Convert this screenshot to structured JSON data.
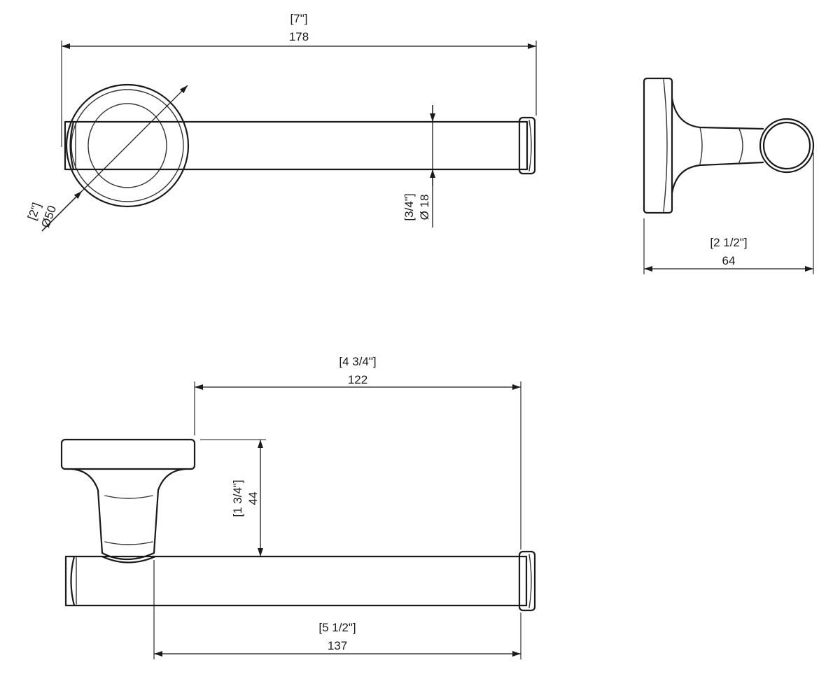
{
  "dimensions": {
    "overall_length": {
      "imperial": "[7\"]",
      "metric": "178"
    },
    "base_diameter": {
      "imperial": "[2\"]",
      "metric": "Ø50"
    },
    "rod_diameter": {
      "imperial": "[3/4\"]",
      "metric": "Ø 18"
    },
    "projection": {
      "imperial": "[2 1/2\"]",
      "metric": "64"
    },
    "rod_span": {
      "imperial": "[4 3/4\"]",
      "metric": "122"
    },
    "post_height": {
      "imperial": "[1 3/4\"]",
      "metric": "44"
    },
    "rod_length": {
      "imperial": "[5 1/2\"]",
      "metric": "137"
    }
  }
}
